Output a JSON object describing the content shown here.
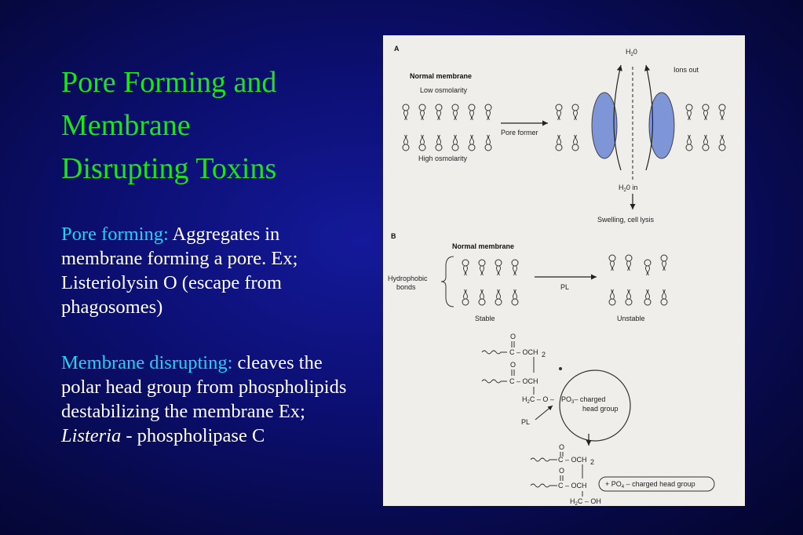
{
  "title": {
    "lines": [
      "Pore Forming and",
      "Membrane",
      "Disrupting Toxins"
    ]
  },
  "pore_forming": {
    "label": "Pore forming:",
    "text": " Aggregates in membrane forming a pore. Ex; Listeriolysin O (escape from phagosomes)"
  },
  "membrane_disrupting": {
    "label": "Membrane disrupting:",
    "text": " cleaves the polar head group from phospholipids destabilizing the membrane  Ex; ",
    "organism": "Listeria",
    "suffix": " - phospholipase C"
  },
  "figure": {
    "panel_a": {
      "letter": "A",
      "normal_membrane": "Normal membrane",
      "low_osmolarity": "Low osmolarity",
      "high_osmolarity": "High osmolarity",
      "pore_former": "Pore former",
      "h2o_top": "H",
      "h2o_top_sub": "2",
      "h2o_top_end": "0",
      "ions_out": "Ions out",
      "h2o_in": "H",
      "h2o_in_sub": "2",
      "h2o_in_end": "0 in",
      "swelling": "Swelling, cell lysis"
    },
    "panel_b": {
      "letter": "B",
      "normal_membrane": "Normal membrane",
      "hydrophobic": "Hydrophobic",
      "bonds": "bonds",
      "pl": "PL",
      "stable": "Stable",
      "unstable": "Unstable",
      "och2_1": "C – OCH",
      "och_1": "C – OCH",
      "h2c_o": "H",
      "h2c_o_rest": "C – O –",
      "po3": "PO",
      "charged": "– charged",
      "head_group": "head group",
      "pl2": "PL",
      "och2_2": "C – OCH",
      "och_2": "C – OCH",
      "h2c_oh": "H",
      "h2c_oh_rest": "C – OH",
      "po4_label": "+ PO",
      "po4_rest": " – charged head group"
    }
  }
}
